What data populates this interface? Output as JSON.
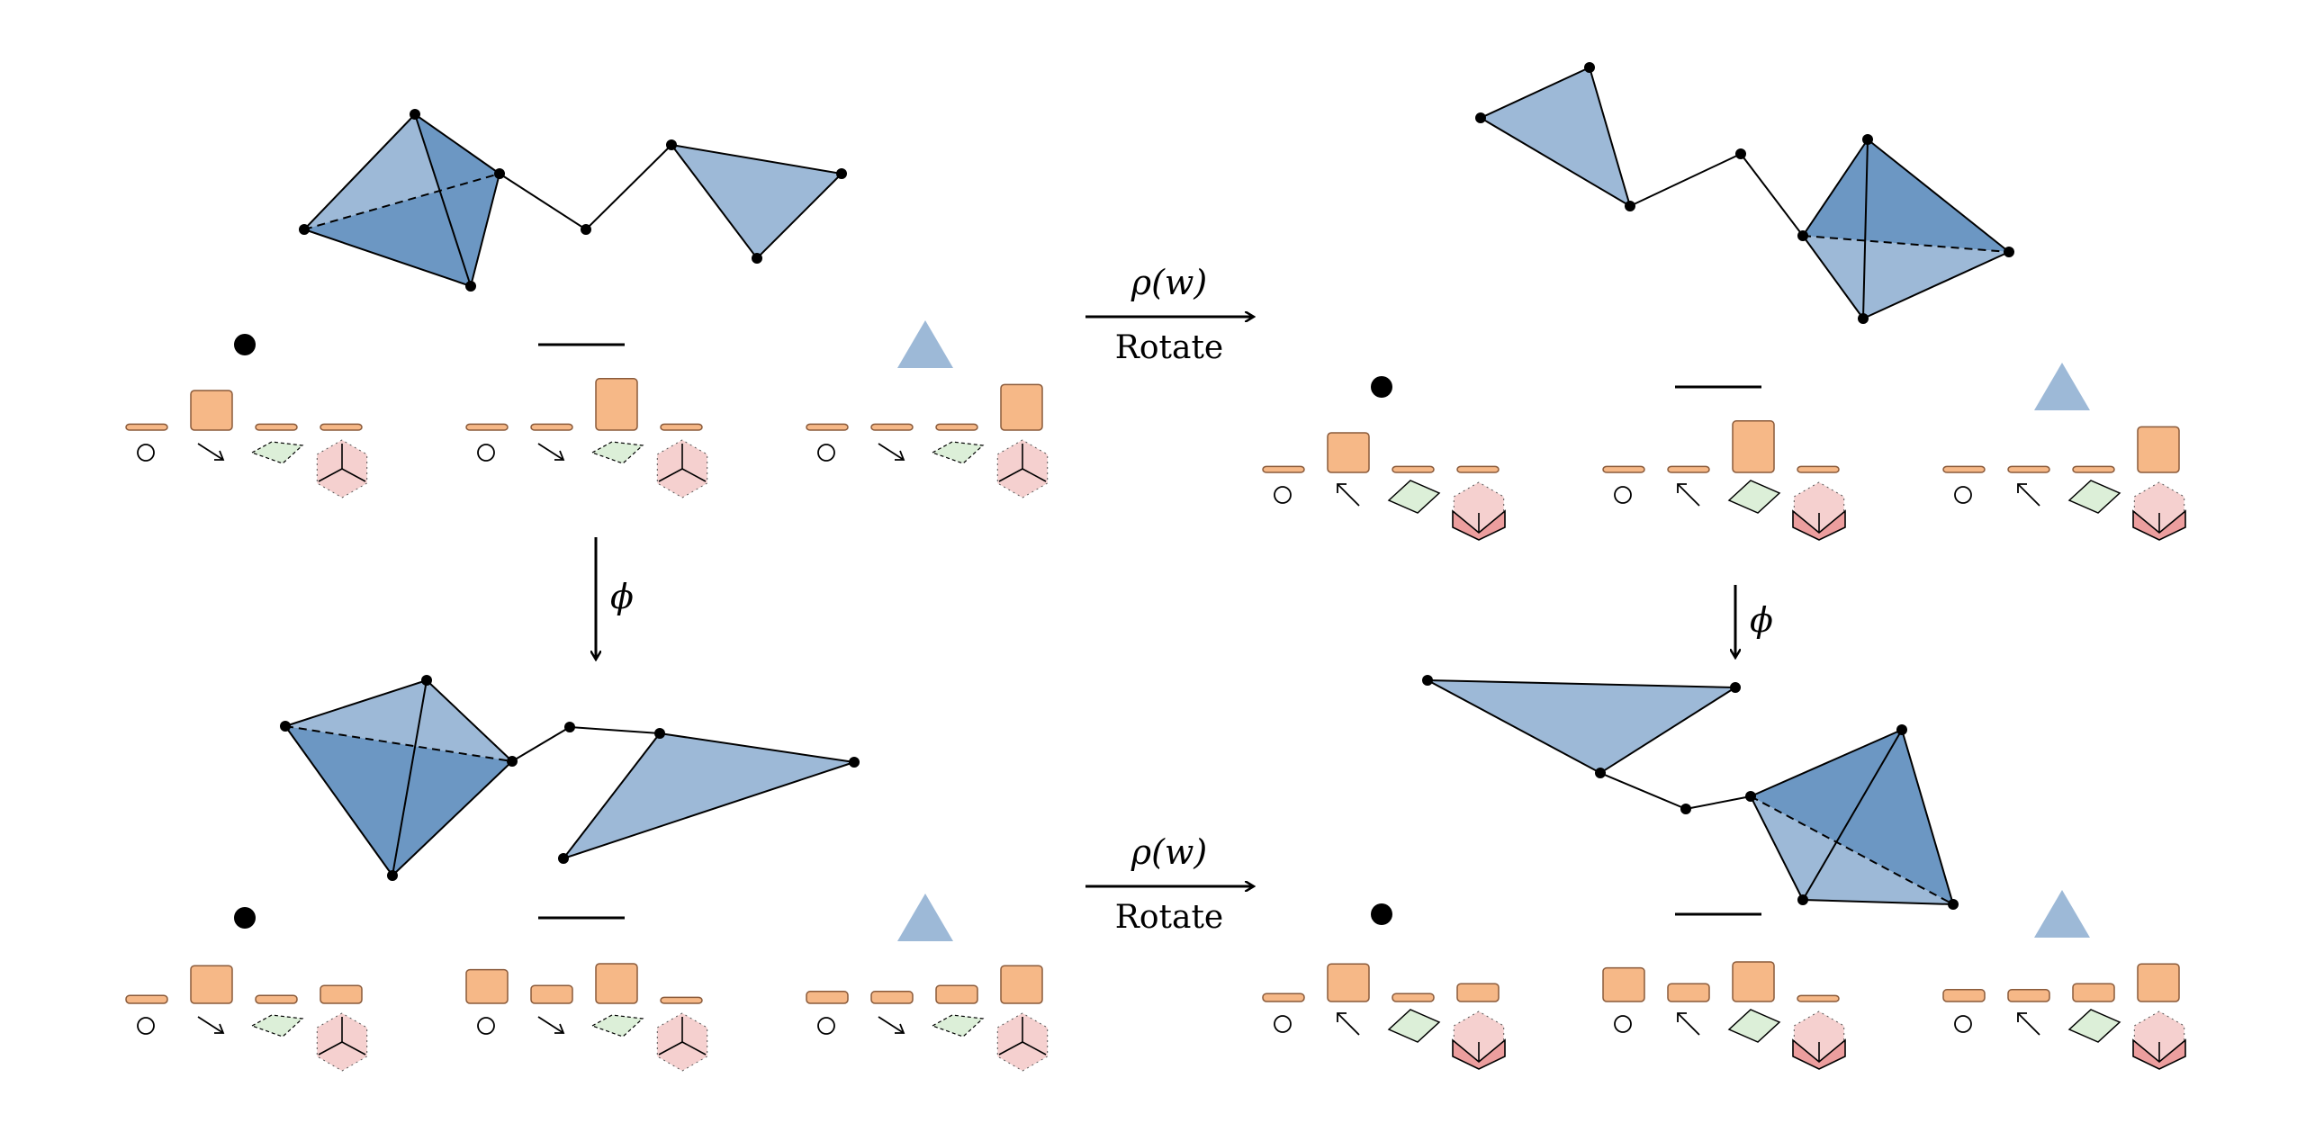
{
  "colors": {
    "face_light": "#9db9d7",
    "face_dark": "#6c97c3",
    "bar_fill": "#f6b887",
    "bar_stroke": "#8a5a3a",
    "green_fill": "#dcefd8",
    "red_fill": "#f5d0cf",
    "red_fill_strong": "#ec9e9e",
    "triangle_fill": "#9db9d7",
    "ink": "#000000"
  },
  "arrows": {
    "top": {
      "label": "ρ(w)",
      "sublabel": "Rotate"
    },
    "bottom": {
      "label": "ρ(w)",
      "sublabel": "Rotate"
    },
    "left": {
      "label": "ϕ"
    },
    "right": {
      "label": "ϕ"
    }
  },
  "panels": [
    {
      "id": "top-left",
      "symbols": [
        "point",
        "segment",
        "triangle"
      ],
      "bar_heights": [
        [
          0.15,
          1,
          0.15,
          0.15
        ],
        [
          0.15,
          0.15,
          1.3,
          0.15
        ],
        [
          0.15,
          0.15,
          0.15,
          1.15
        ]
      ],
      "direction": "down-right",
      "rotated": false
    },
    {
      "id": "top-right",
      "symbols": [
        "point",
        "segment",
        "triangle"
      ],
      "bar_heights": [
        [
          0.15,
          1,
          0.15,
          0.15
        ],
        [
          0.15,
          0.15,
          1.3,
          0.15
        ],
        [
          0.15,
          0.15,
          0.15,
          1.15
        ]
      ],
      "direction": "up-left",
      "rotated": true
    },
    {
      "id": "bottom-left",
      "symbols": [
        "point",
        "segment",
        "triangle"
      ],
      "bar_heights": [
        [
          0.2,
          0.95,
          0.2,
          0.45
        ],
        [
          0.85,
          0.45,
          1.0,
          0.15
        ],
        [
          0.3,
          0.3,
          0.45,
          0.95
        ]
      ],
      "direction": "down-right",
      "rotated": false
    },
    {
      "id": "bottom-right",
      "symbols": [
        "point",
        "segment",
        "triangle"
      ],
      "bar_heights": [
        [
          0.2,
          0.95,
          0.2,
          0.45
        ],
        [
          0.85,
          0.45,
          1.0,
          0.15
        ],
        [
          0.3,
          0.3,
          0.45,
          0.95
        ]
      ],
      "direction": "up-left",
      "rotated": true
    }
  ]
}
